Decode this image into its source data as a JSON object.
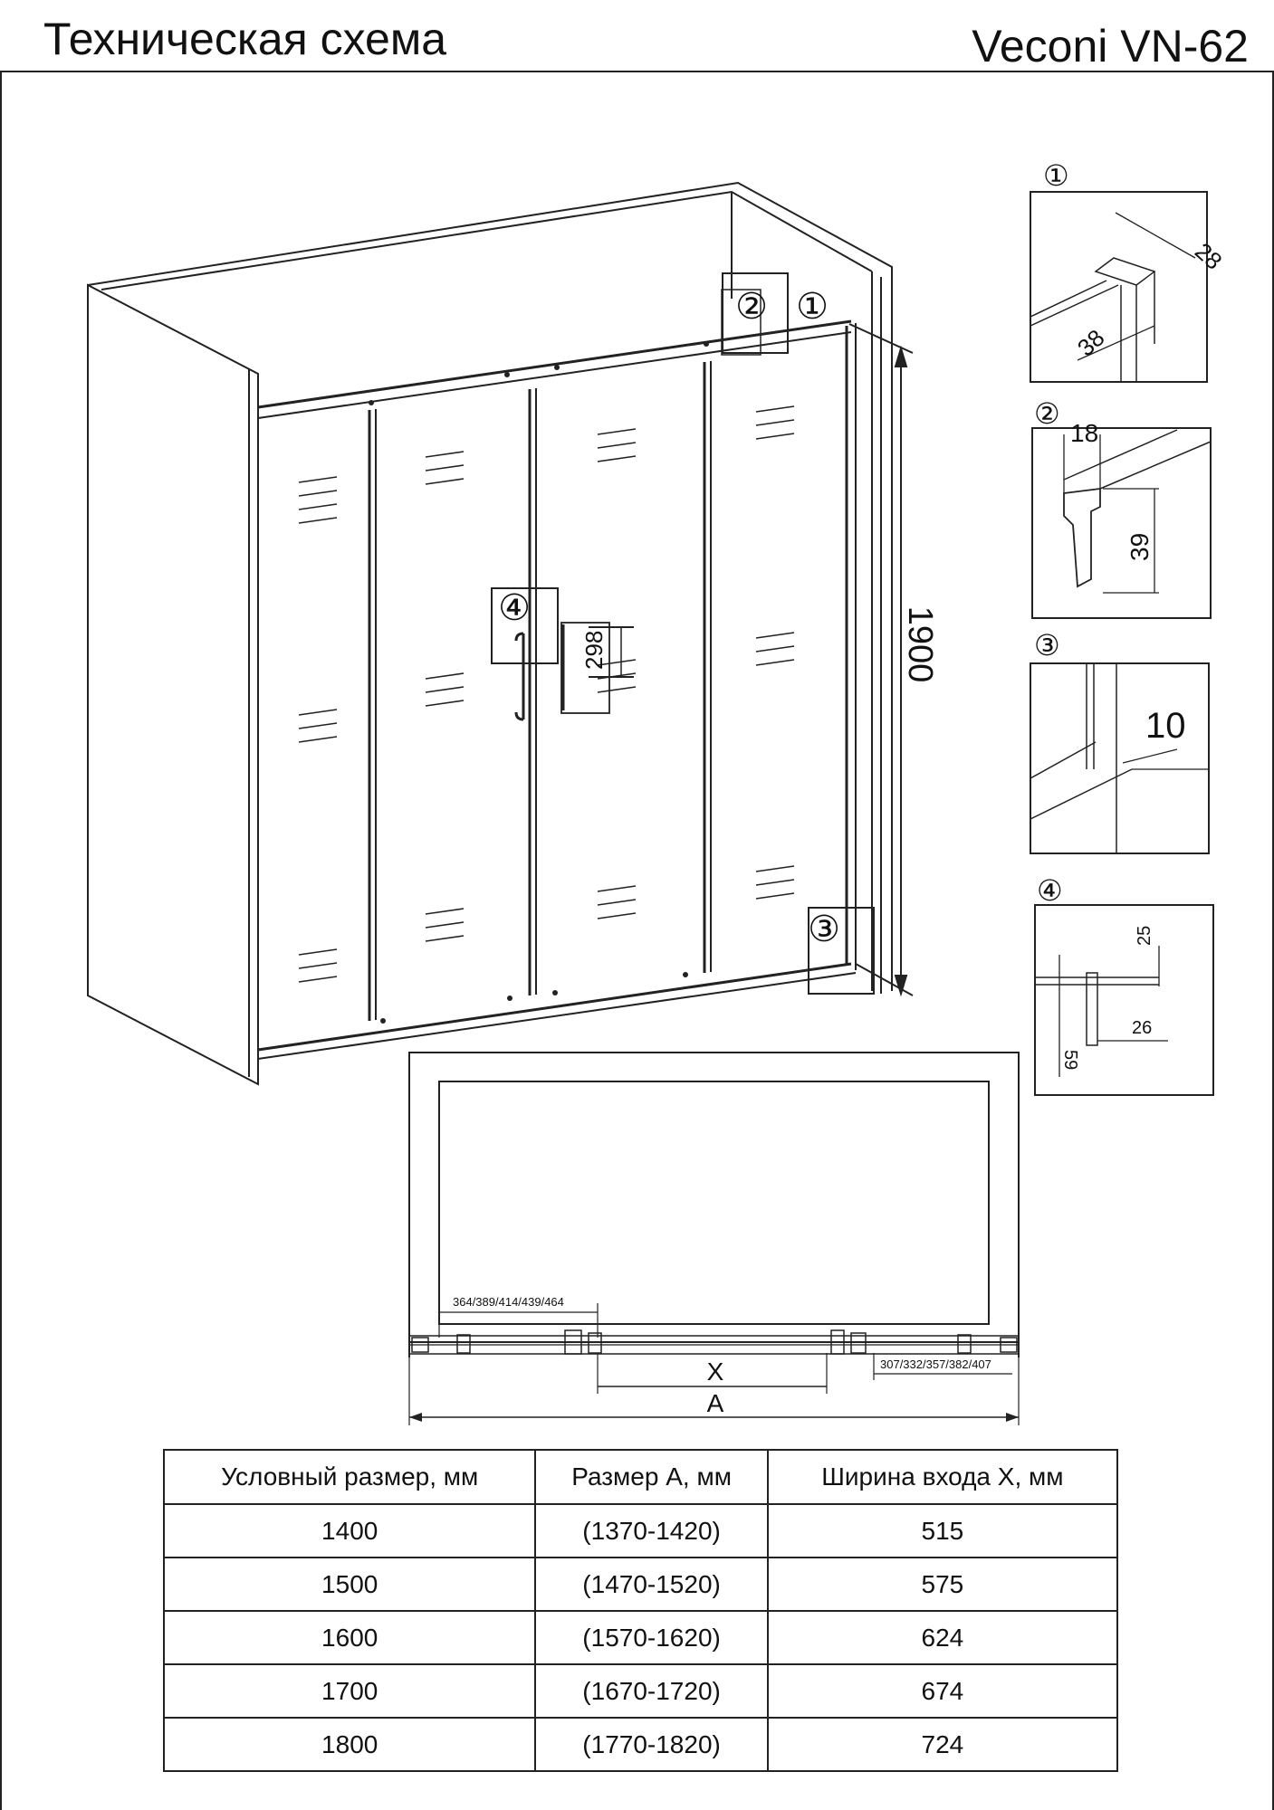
{
  "header": {
    "title": "Техническая схема",
    "model": "Veconi VN-62"
  },
  "diagram": {
    "height_dim": "1900",
    "handle_dim": "298",
    "callouts": [
      "①",
      "②",
      "③",
      "④"
    ],
    "details": {
      "d1": {
        "label": "①",
        "dims": [
          "28",
          "38"
        ]
      },
      "d2": {
        "label": "②",
        "dims": [
          "18",
          "39"
        ]
      },
      "d3": {
        "label": "③",
        "dims": [
          "10"
        ]
      },
      "d4": {
        "label": "④",
        "dims": [
          "25",
          "26",
          "59"
        ]
      }
    },
    "plan": {
      "left_offsets": "364/389/414/439/464",
      "right_offsets": "307/332/357/382/407",
      "x_label": "X",
      "a_label": "A"
    }
  },
  "table": {
    "headers": [
      "Условный размер, мм",
      "Размер А, мм",
      "Ширина входа X, мм"
    ],
    "rows": [
      [
        "1400",
        "(1370-1420)",
        "515"
      ],
      [
        "1500",
        "(1470-1520)",
        "575"
      ],
      [
        "1600",
        "(1570-1620)",
        "624"
      ],
      [
        "1700",
        "(1670-1720)",
        "674"
      ],
      [
        "1800",
        "(1770-1820)",
        "724"
      ]
    ]
  }
}
